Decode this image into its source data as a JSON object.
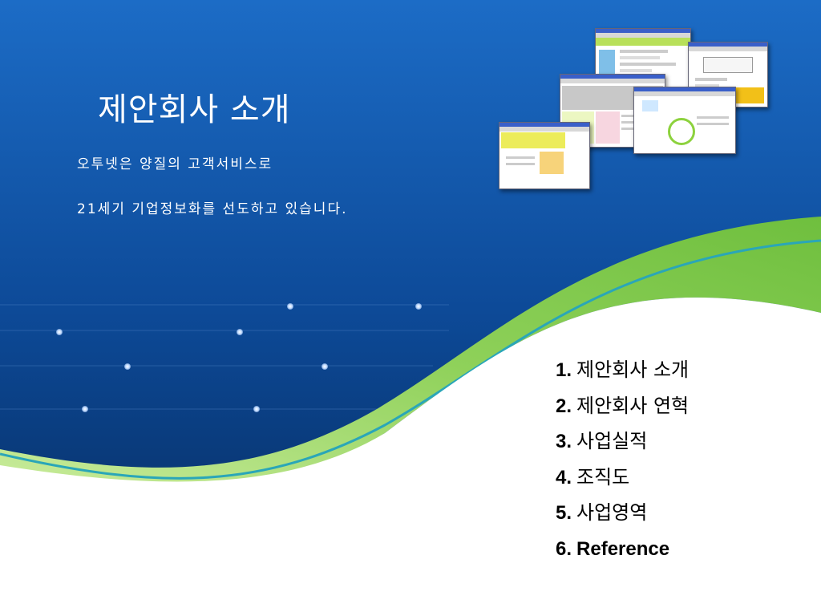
{
  "slide": {
    "title": "제안회사 소개",
    "subtitle_lines": [
      "오투넷은 양질의 고객서비스로",
      "21세기 기업정보화를 선도하고 있습니다."
    ],
    "menu": [
      {
        "num": "1.",
        "label": "제안회사 소개"
      },
      {
        "num": "2.",
        "label": "제안회사 연혁"
      },
      {
        "num": "3.",
        "label": "사업실적"
      },
      {
        "num": "4.",
        "label": "조직도"
      },
      {
        "num": "5.",
        "label": "사업영역"
      },
      {
        "num": "6.",
        "label": "Reference"
      }
    ]
  },
  "colors": {
    "background_top": "#1c6cc6",
    "background_bottom": "#062a5c",
    "wave_green": "#7dc548",
    "wave_teal": "#2aa6b8",
    "text_light": "#ffffff",
    "text_dark": "#000000"
  }
}
